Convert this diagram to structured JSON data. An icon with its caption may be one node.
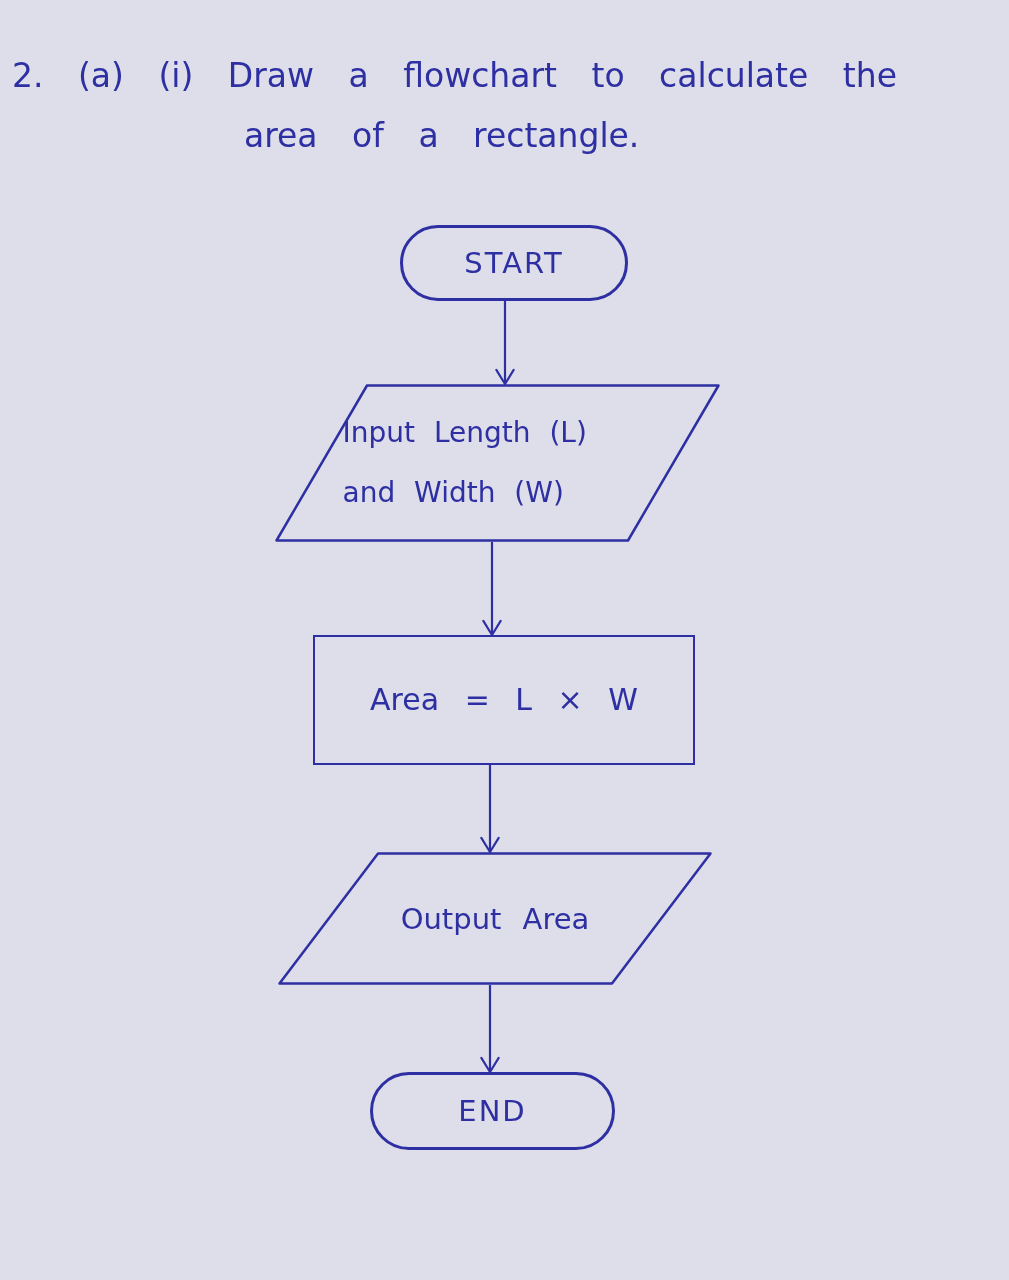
{
  "diagram": {
    "title": "2. (a) (i) Draw a flowchart to calculate the area of a rectangle.",
    "nodes": [
      {
        "text": [
          "START"
        ]
      },
      {
        "text": [
          "Input Length (L) and Width (W)"
        ]
      },
      {
        "text": [
          "Area = L × W"
        ]
      },
      {
        "text": [
          "Output Area"
        ]
      },
      {
        "text": [
          "END"
        ]
      }
    ],
    "edges": [
      {
        "from": 0,
        "to": 1,
        "arrow": "to"
      },
      {
        "from": 1,
        "to": 2,
        "arrow": "to"
      },
      {
        "from": 2,
        "to": 3,
        "arrow": "to"
      },
      {
        "from": 3,
        "to": 4,
        "arrow": "to"
      }
    ]
  }
}
